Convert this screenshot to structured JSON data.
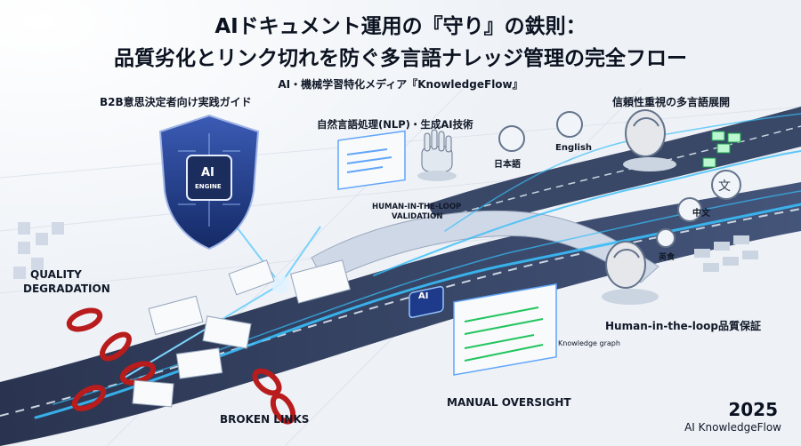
{
  "title": {
    "line1": "AIドキュメント運用の『守り』の鉄則：",
    "line2": "品質劣化とリンク切れを防ぐ多言語ナレッジ管理の完全フロー",
    "subtitle": "AI・機械学習特化メディア『KnowledgeFlow』"
  },
  "labels": {
    "b2b_guide": "B2B意思決定者向け実践ガイド",
    "nlp_ai": "自然言語処理(NLP)・生成AI技術",
    "trusted_multilingual": "信頼性重視の多言語展開",
    "human_loop_validation_1": "HUMAN-IN-THE-LOOP",
    "human_loop_validation_2": "VALIDATION",
    "quality_degradation_1": "QUALITY",
    "quality_degradation_2": "DEGRADATION",
    "broken_links": "BROKEN LINKS",
    "manual_oversight": "MANUAL OVERSIGHT",
    "human_loop_quality": "Human-in-the-loop品質保証",
    "ai_engine_1": "AI",
    "ai_engine_2": "ENGINE",
    "lang_japanese": "日本語",
    "lang_english": "English",
    "lang_chinese": "中文",
    "lang_other": "英食",
    "knowledge_graph": "Knowledge graph",
    "ai_chip": "AI"
  },
  "footer": {
    "year": "2025",
    "brand": "AI KnowledgeFlow"
  },
  "colors": {
    "road_dark": "#2f3a55",
    "road_light": "#3b4a6b",
    "glow": "#38bdf8",
    "shield": "#1e3a8a",
    "chain_red": "#b91c1c",
    "bg": "#eef2f7"
  }
}
